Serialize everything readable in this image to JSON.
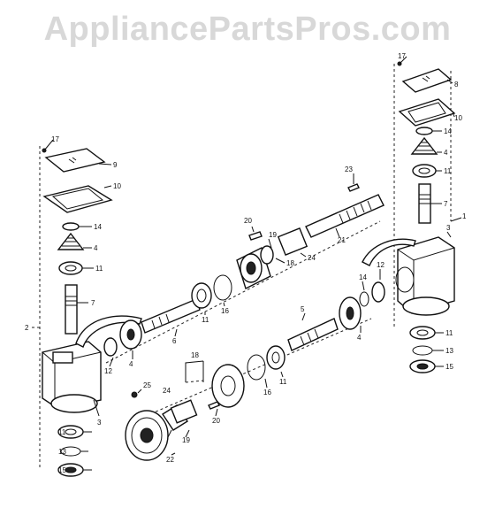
{
  "watermark": "AppliancePartsPros.com",
  "callouts": [
    {
      "id": "c1",
      "text": "1"
    },
    {
      "id": "c2",
      "text": "2"
    },
    {
      "id": "c3a",
      "text": "3"
    },
    {
      "id": "c3b",
      "text": "3"
    },
    {
      "id": "c4a",
      "text": "4"
    },
    {
      "id": "c4b",
      "text": "4"
    },
    {
      "id": "c4c",
      "text": "4"
    },
    {
      "id": "c4d",
      "text": "4"
    },
    {
      "id": "c5",
      "text": "5"
    },
    {
      "id": "c6",
      "text": "6"
    },
    {
      "id": "c7a",
      "text": "7"
    },
    {
      "id": "c7b",
      "text": "7"
    },
    {
      "id": "c8",
      "text": "8"
    },
    {
      "id": "c9",
      "text": "9"
    },
    {
      "id": "c10a",
      "text": "10"
    },
    {
      "id": "c10b",
      "text": "10"
    },
    {
      "id": "c11a",
      "text": "11"
    },
    {
      "id": "c11b",
      "text": "11"
    },
    {
      "id": "c11c",
      "text": "11"
    },
    {
      "id": "c11d",
      "text": "11"
    },
    {
      "id": "c11e",
      "text": "11"
    },
    {
      "id": "c11f",
      "text": "11"
    },
    {
      "id": "c12a",
      "text": "12"
    },
    {
      "id": "c12b",
      "text": "12"
    },
    {
      "id": "c13a",
      "text": "13"
    },
    {
      "id": "c13b",
      "text": "13"
    },
    {
      "id": "c14a",
      "text": "14"
    },
    {
      "id": "c14b",
      "text": "14"
    },
    {
      "id": "c14c",
      "text": "14"
    },
    {
      "id": "c15a",
      "text": "15"
    },
    {
      "id": "c15b",
      "text": "15"
    },
    {
      "id": "c16a",
      "text": "16"
    },
    {
      "id": "c16b",
      "text": "16"
    },
    {
      "id": "c17a",
      "text": "17"
    },
    {
      "id": "c17b",
      "text": "17"
    },
    {
      "id": "c18a",
      "text": "18"
    },
    {
      "id": "c18b",
      "text": "18"
    },
    {
      "id": "c19a",
      "text": "19"
    },
    {
      "id": "c19b",
      "text": "19"
    },
    {
      "id": "c20a",
      "text": "20"
    },
    {
      "id": "c20b",
      "text": "20"
    },
    {
      "id": "c21",
      "text": "21"
    },
    {
      "id": "c22",
      "text": "22"
    },
    {
      "id": "c23",
      "text": "23"
    },
    {
      "id": "c24a",
      "text": "24"
    },
    {
      "id": "c24b",
      "text": "24"
    },
    {
      "id": "c25",
      "text": "25"
    }
  ]
}
